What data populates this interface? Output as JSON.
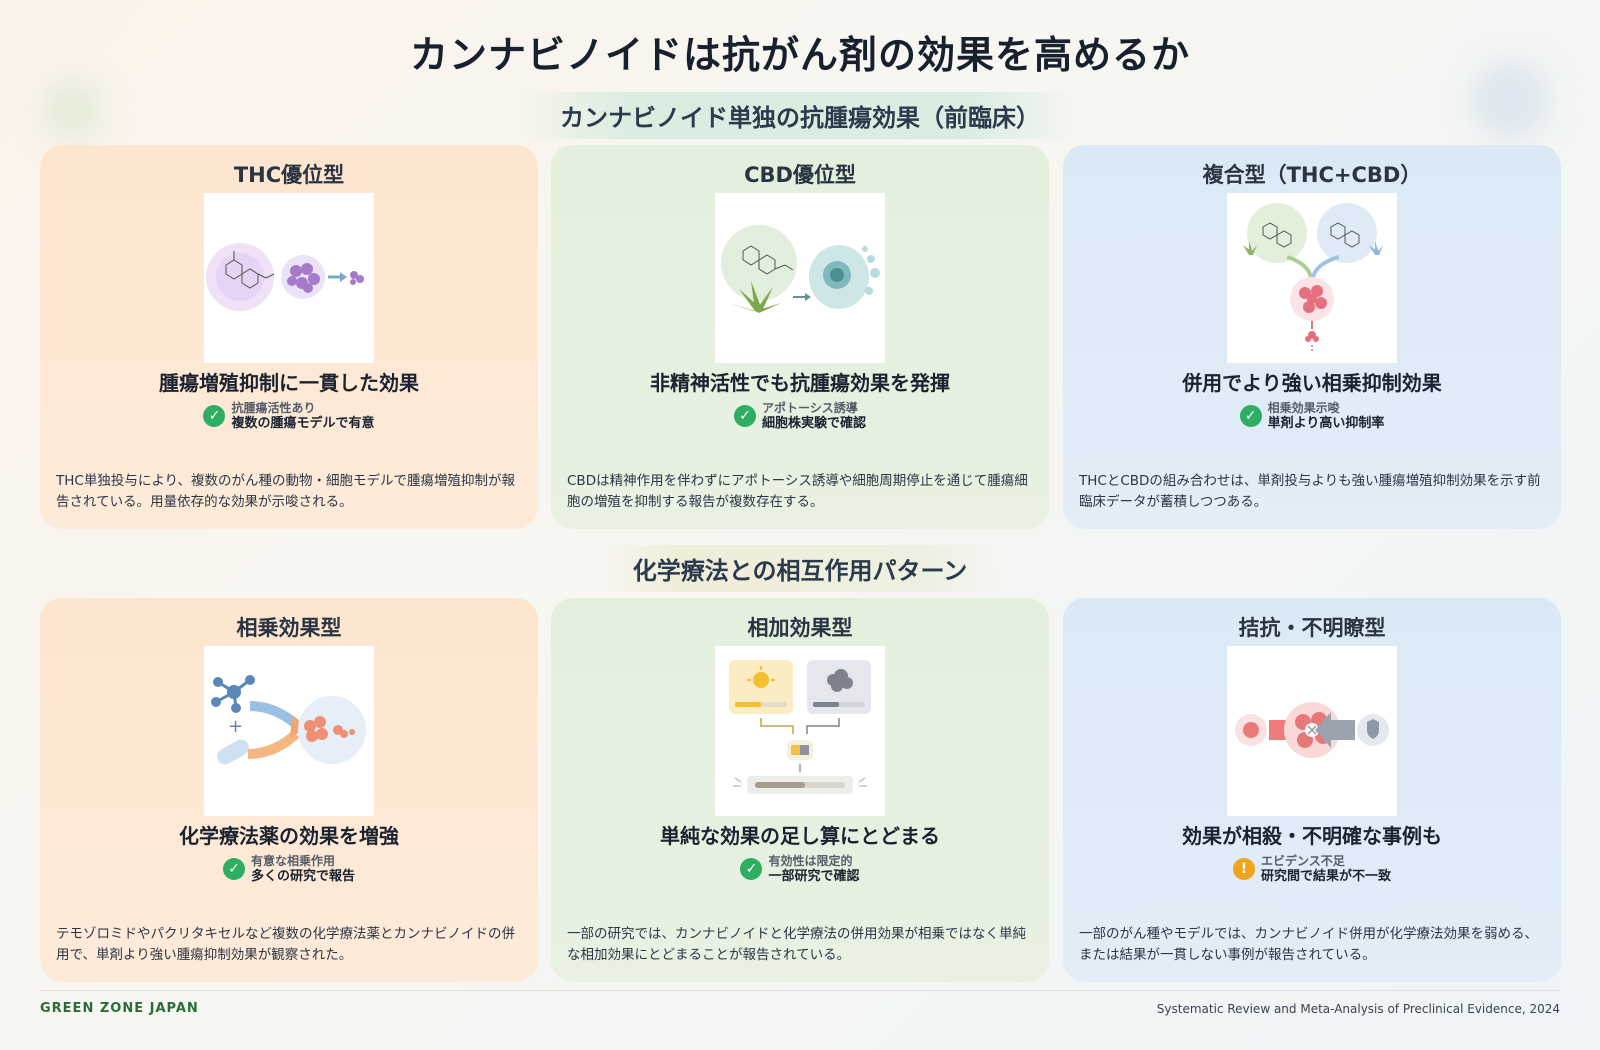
{
  "title": "カンナビノイドは抗がん剤の効果を高めるか",
  "sections": [
    {
      "title": "カンナビノイド単独の抗腫瘍効果（前臨床）",
      "cards": [
        {
          "title": "THC優位型",
          "headline": "腫瘍増殖抑制に一貫した効果",
          "badge_icon": "check-icon",
          "badge_line1": "抗腫瘍活性あり",
          "badge_line2": "複数の腫瘍モデルで有意",
          "description": "THC単独投与により、複数のがん種の動物・細胞モデルで腫瘍増殖抑制が報告されている。用量依存的な効果が示唆される。"
        },
        {
          "title": "CBD優位型",
          "headline": "非精神活性でも抗腫瘍効果を発揮",
          "badge_icon": "check-icon",
          "badge_line1": "アポトーシス誘導",
          "badge_line2": "細胞株実験で確認",
          "description": "CBDは精神作用を伴わずにアポトーシス誘導や細胞周期停止を通じて腫瘍細胞の増殖を抑制する報告が複数存在する。"
        },
        {
          "title": "複合型（THC+CBD）",
          "headline": "併用でより強い相乗抑制効果",
          "badge_icon": "check-icon",
          "badge_line1": "相乗効果示唆",
          "badge_line2": "単剤より高い抑制率",
          "description": "THCとCBDの組み合わせは、単剤投与よりも強い腫瘍増殖抑制効果を示す前臨床データが蓄積しつつある。"
        }
      ]
    },
    {
      "title": "化学療法との相互作用パターン",
      "cards": [
        {
          "title": "相乗効果型",
          "headline": "化学療法薬の効果を増強",
          "badge_icon": "check-icon",
          "badge_line1": "有意な相乗作用",
          "badge_line2": "多くの研究で報告",
          "description": "テモゾロミドやパクリタキセルなど複数の化学療法薬とカンナビノイドの併用で、単剤より強い腫瘍抑制効果が観察された。"
        },
        {
          "title": "相加効果型",
          "headline": "単純な効果の足し算にとどまる",
          "badge_icon": "check-icon",
          "badge_line1": "有効性は限定的",
          "badge_line2": "一部研究で確認",
          "description": "一部の研究では、カンナビノイドと化学療法の併用効果が相乗ではなく単純な相加効果にとどまることが報告されている。"
        },
        {
          "title": "拮抗・不明瞭型",
          "headline": "効果が相殺・不明確な事例も",
          "badge_icon": "warning-icon",
          "badge_line1": "エビデンス不足",
          "badge_line2": "研究間で結果が不一致",
          "description": "一部のがん種やモデルでは、カンナビノイド併用が化学療法効果を弱める、または結果が一貫しない事例が報告されている。"
        }
      ]
    }
  ],
  "footer": {
    "brand": "GREEN ZONE JAPAN",
    "citation": "Systematic Review and Meta-Analysis of Preclinical Evidence, 2024"
  },
  "colors": {
    "orange_card": "#fde6cf",
    "green_card": "#e4f0dd",
    "blue_card": "#dbe9f6",
    "check": "#2eae63",
    "warning": "#f2a21b",
    "brand": "#2b6b3a"
  }
}
